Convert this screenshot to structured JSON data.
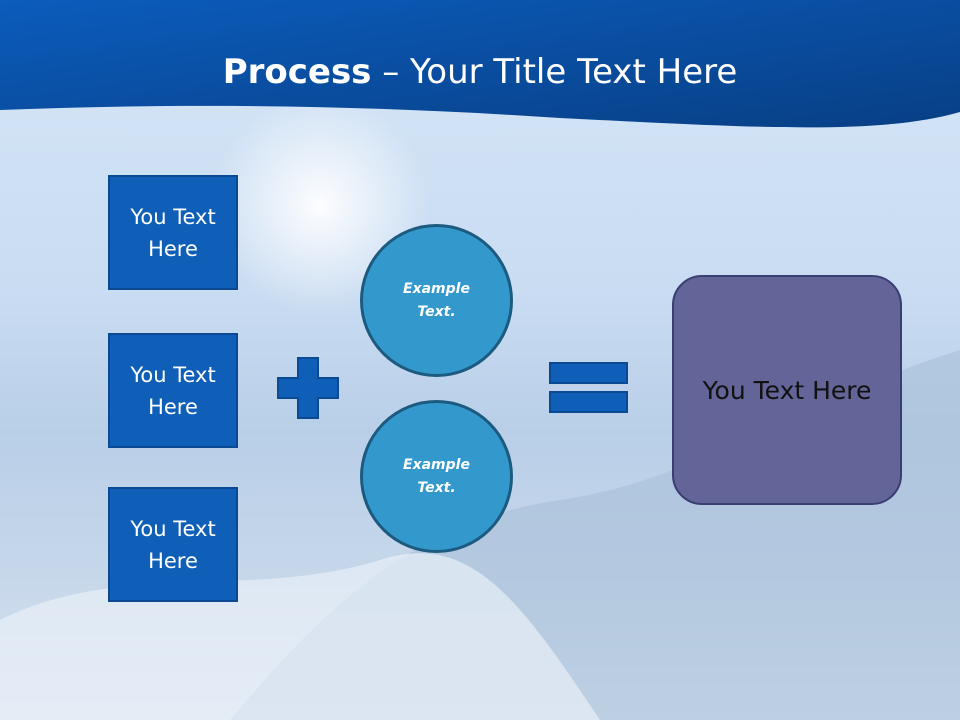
{
  "title": {
    "bold": "Process",
    "rest": " – Your Title Text Here"
  },
  "inputs": [
    "You Text Here",
    "You Text Here",
    "You Text Here"
  ],
  "circles": [
    "Example Text.",
    "Example Text."
  ],
  "result": "You Text Here",
  "colors": {
    "header": "#0a5cb8",
    "box": "#0f5fb8",
    "circle": "#3399cc",
    "result": "#636497"
  }
}
